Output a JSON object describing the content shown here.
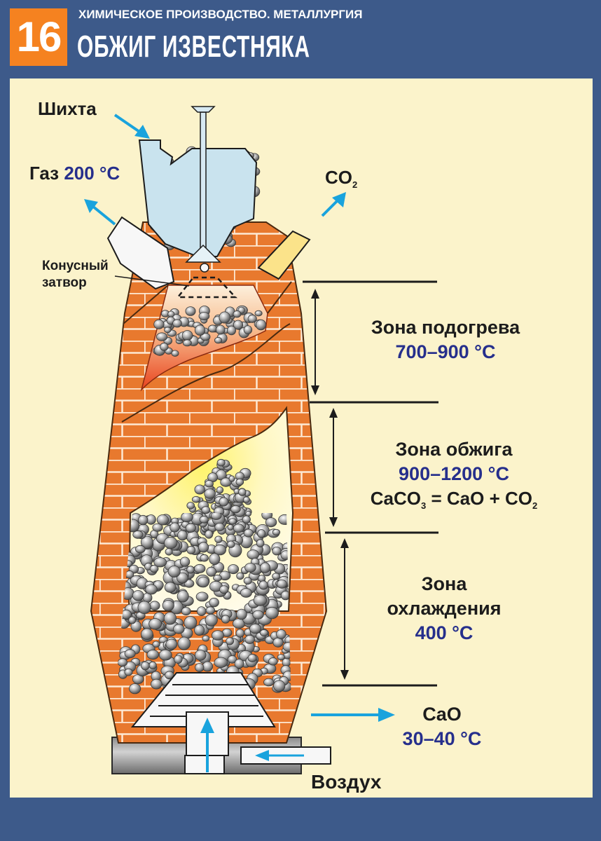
{
  "header": {
    "number": "16",
    "subtitle": "ХИМИЧЕСКОЕ ПРОИЗВОДСТВО. МЕТАЛЛУРГИЯ",
    "title": "ОБЖИГ ИЗВЕСТНЯКА"
  },
  "labels": {
    "charge": "Шихта",
    "gas_name": "Газ",
    "gas_temp": "200 °C",
    "co2_main": "CO",
    "co2_sub": "2",
    "cone_gate_line1": "Конусный",
    "cone_gate_line2": "затвор",
    "air": "Воздух",
    "cao_name": "CaO",
    "cao_temp": "30–40 °C"
  },
  "zones": [
    {
      "name": "Зона подогрева",
      "temp": "700–900 °C"
    },
    {
      "name": "Зона обжига",
      "temp": "900–1200 °C"
    },
    {
      "name_line1": "Зона",
      "name_line2": "охлаждения",
      "temp": "400 °C"
    }
  ],
  "reaction": {
    "left": "CaCO",
    "left_sub": "3",
    "eq": "=",
    "right1": "CaO",
    "plus": "+",
    "right2": "CO",
    "right2_sub": "2"
  },
  "colors": {
    "brick": "#e8792e",
    "mortar": "#fde9d4",
    "flow_arrow": "#19a3dd",
    "label_blue": "#262f8c",
    "panel": "#fbf3cb",
    "frame": "#3d5a8a",
    "badge": "#f58220"
  }
}
